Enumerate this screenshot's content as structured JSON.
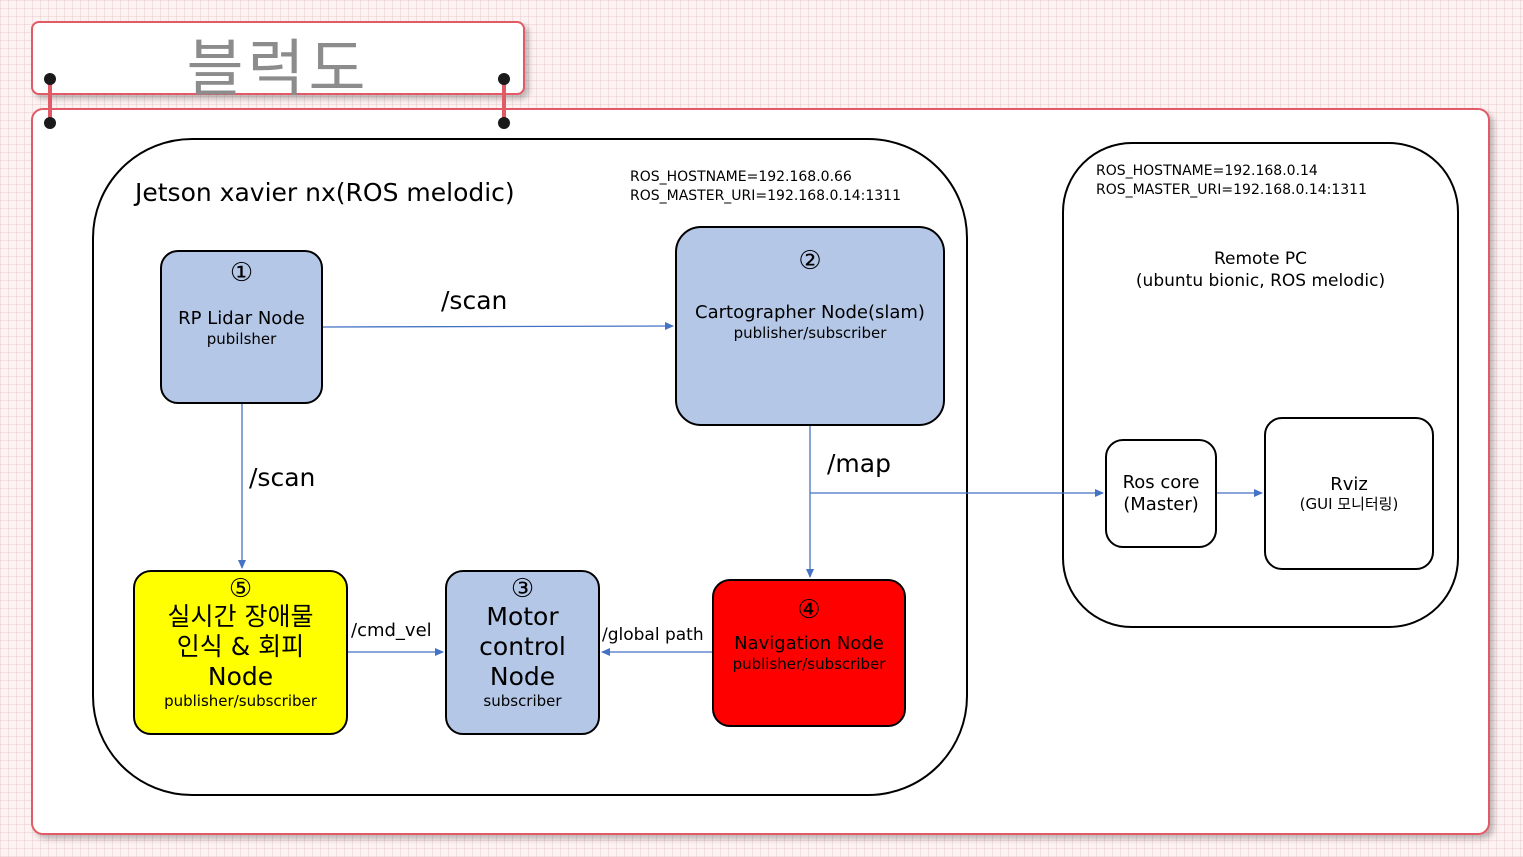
{
  "title": "블럭도",
  "jetson": {
    "label": "Jetson xavier nx(ROS melodic)",
    "hostname": "ROS_HOSTNAME=192.168.0.66",
    "master_uri": "ROS_MASTER_URI=192.168.0.14:1311"
  },
  "remote": {
    "hostname": "ROS_HOSTNAME=192.168.0.14",
    "master_uri": "ROS_MASTER_URI=192.168.0.14:1311",
    "label": "Remote PC",
    "sublabel": "(ubuntu bionic, ROS melodic)"
  },
  "nodes": {
    "lidar": {
      "number": "①",
      "name": "RP Lidar Node",
      "role": "pubilsher"
    },
    "cartographer": {
      "number": "②",
      "name": "Cartographer Node(slam)",
      "role": "publisher/subscriber"
    },
    "motor": {
      "number": "③",
      "name_line1": "Motor",
      "name_line2": "control",
      "name_line3": "Node",
      "role": "subscriber"
    },
    "navigation": {
      "number": "④",
      "name": "Navigation Node",
      "role": "publisher/subscriber"
    },
    "obstacle": {
      "number": "⑤",
      "name_line1": "실시간 장애물",
      "name_line2": "인식 & 회피",
      "name_line3": "Node",
      "role": "publisher/subscriber"
    },
    "roscore": {
      "name_line1": "Ros core",
      "name_line2": "(Master)"
    },
    "rviz": {
      "name": "Rviz",
      "role": "(GUI 모니터링)"
    }
  },
  "topics": {
    "scan_horizontal": "/scan",
    "scan_vertical": "/scan",
    "map": "/map",
    "cmd_vel": "/cmd_vel",
    "global_path": "/global path"
  },
  "colors": {
    "accent_frame": "#e15a66",
    "node_blue": "#b4c7e7",
    "node_yellow": "#ffff00",
    "node_red": "#ff0000",
    "arrow": "#4472c4"
  }
}
